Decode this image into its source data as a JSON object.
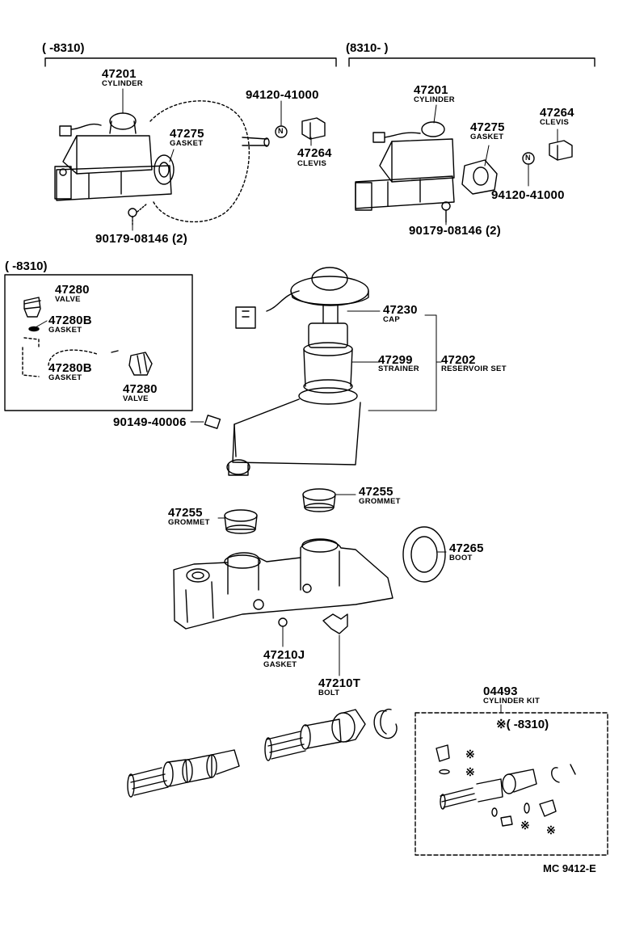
{
  "headers": {
    "left_top": "(      -8310)",
    "right_top": "(8310-       )",
    "valve_box": "(      -8310)",
    "kit_range": "※(        -8310)"
  },
  "parts": {
    "p47201_left": {
      "no": "47201",
      "name": "CYLINDER"
    },
    "p47201_right": {
      "no": "47201",
      "name": "CYLINDER"
    },
    "p47275_left": {
      "no": "47275",
      "name": "GASKET"
    },
    "p47275_right": {
      "no": "47275",
      "name": "GASKET"
    },
    "p94120_left": {
      "no": "94120-41000"
    },
    "p94120_right": {
      "no": "94120-41000"
    },
    "p47264_left": {
      "no": "47264",
      "name": "CLEVIS"
    },
    "p47264_right": {
      "no": "47264",
      "name": "CLEVIS"
    },
    "p90179_left": {
      "no": "90179-08146 (2)"
    },
    "p90179_right": {
      "no": "90179-08146 (2)"
    },
    "p47280_top": {
      "no": "47280",
      "name": "VALVE"
    },
    "p47280B_top": {
      "no": "47280B",
      "name": "GASKET"
    },
    "p47280B_bottom": {
      "no": "47280B",
      "name": "GASKET"
    },
    "p47280_bottom": {
      "no": "47280",
      "name": "VALVE"
    },
    "p47230": {
      "no": "47230",
      "name": "CAP"
    },
    "p47299": {
      "no": "47299",
      "name": "STRAINER"
    },
    "p47202": {
      "no": "47202",
      "name": "RESERVOIR SET"
    },
    "p90149": {
      "no": "90149-40006"
    },
    "p47255_right": {
      "no": "47255",
      "name": "GROMMET"
    },
    "p47255_left": {
      "no": "47255",
      "name": "GROMMET"
    },
    "p47265": {
      "no": "47265",
      "name": "BOOT"
    },
    "p47210J": {
      "no": "47210J",
      "name": "GASKET"
    },
    "p47210T": {
      "no": "47210T",
      "name": "BOLT"
    },
    "p04493": {
      "no": "04493",
      "name": "CYLINDER KIT"
    }
  },
  "symbols": {
    "nut_letter": "N",
    "kit_mark": "※"
  },
  "footer": {
    "code": "MC 9412-E"
  }
}
